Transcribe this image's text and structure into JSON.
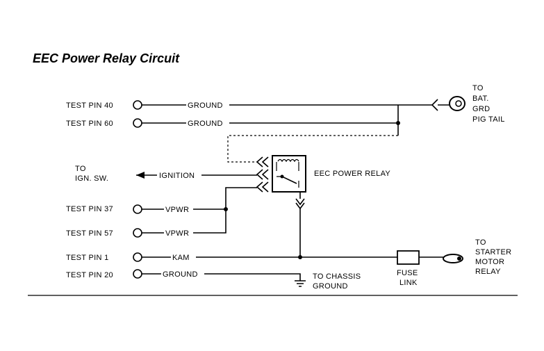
{
  "title": "EEC Power Relay Circuit",
  "test_pins": [
    {
      "label": "TEST PIN 40",
      "wire": "GROUND"
    },
    {
      "label": "TEST PIN 60",
      "wire": "GROUND"
    },
    {
      "label": "TEST PIN 37",
      "wire": "VPWR"
    },
    {
      "label": "TEST PIN 57",
      "wire": "VPWR"
    },
    {
      "label": "TEST PIN 1",
      "wire": "KAM"
    },
    {
      "label": "TEST PIN 20",
      "wire": "GROUND"
    }
  ],
  "ignition": {
    "to_line1": "TO",
    "to_line2": "IGN. SW.",
    "wire": "IGNITION"
  },
  "relay": {
    "label": "EEC POWER RELAY"
  },
  "battery": {
    "line1": "TO",
    "line2": "BAT.",
    "line3": "GRD",
    "line4": "PIG TAIL"
  },
  "chassis": {
    "line1": "TO CHASSIS",
    "line2": "GROUND"
  },
  "fuse": {
    "line1": "FUSE",
    "line2": "LINK"
  },
  "starter": {
    "line1": "TO",
    "line2": "STARTER",
    "line3": "MOTOR",
    "line4": "RELAY"
  }
}
